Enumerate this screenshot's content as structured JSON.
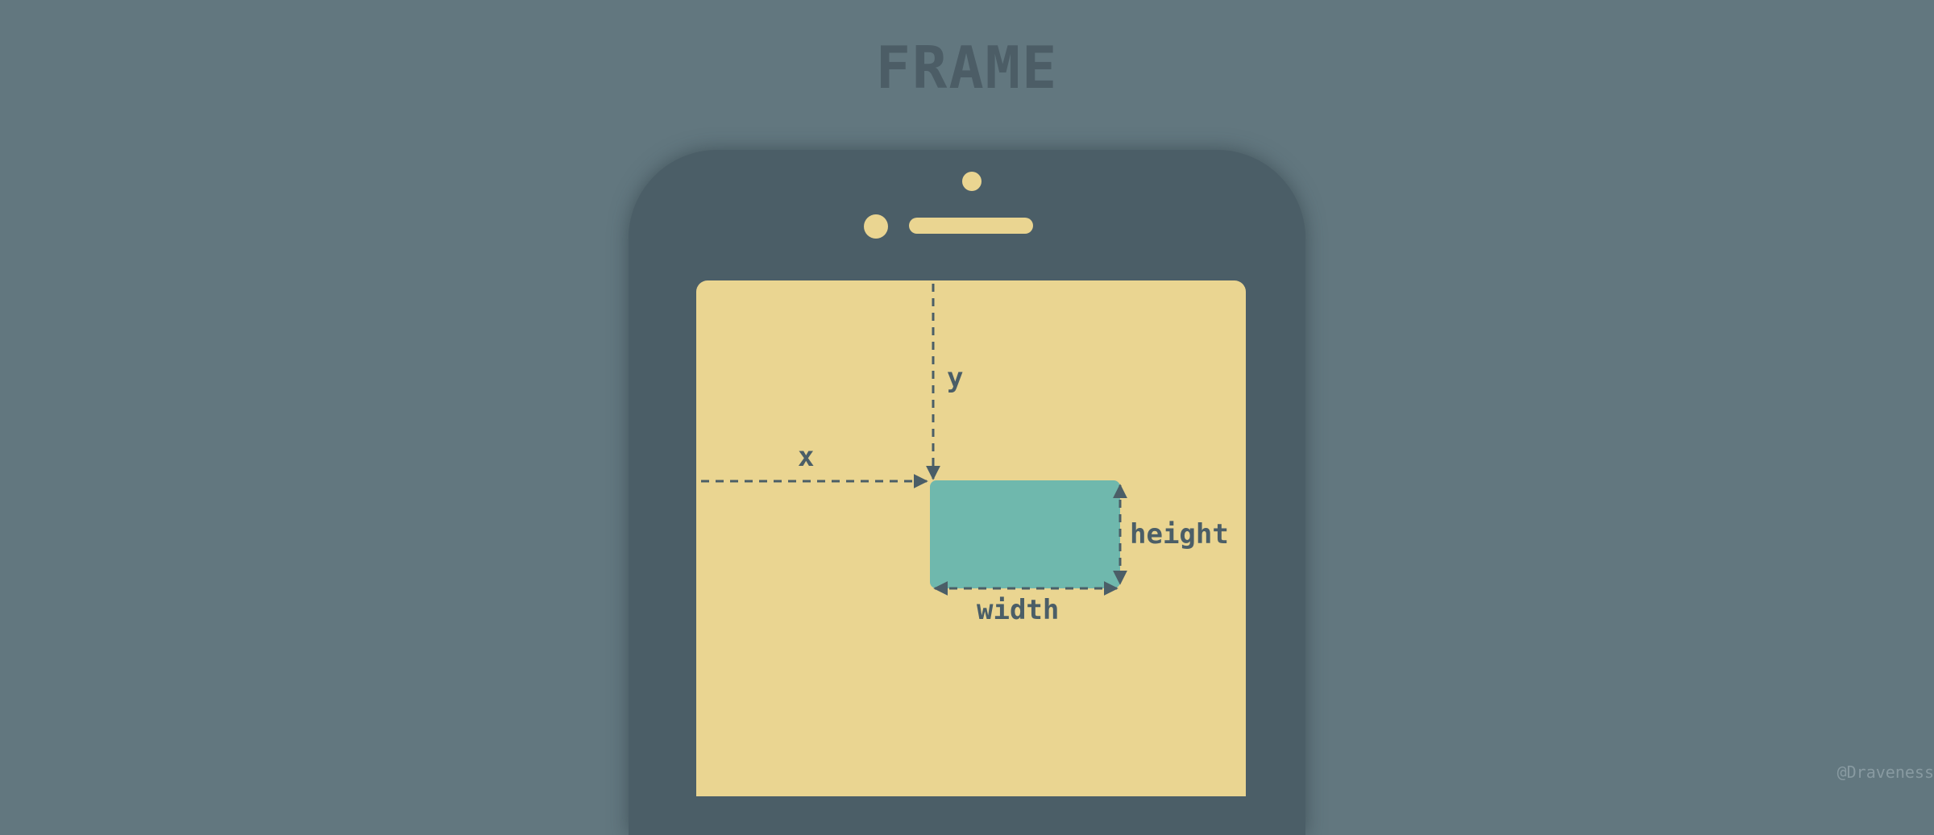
{
  "title": "FRAME",
  "labels": {
    "x": "x",
    "y": "y",
    "width": "width",
    "height": "height"
  },
  "watermark": "@Draveness",
  "colors": {
    "background": "#62777f",
    "phone_body": "#4b5e67",
    "screen": "#ead591",
    "view": "#6fb8ad",
    "title": "#4c5d66",
    "annotation": "#4b5e67"
  }
}
